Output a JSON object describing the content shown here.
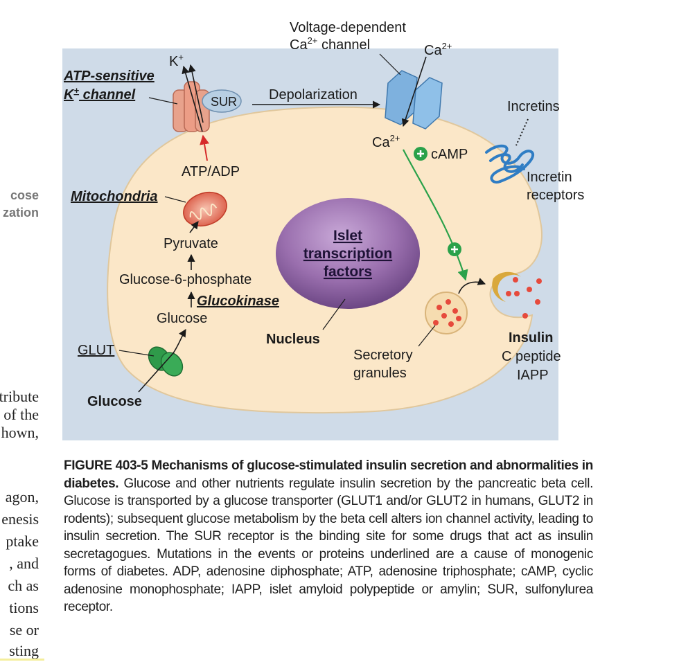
{
  "diagram": {
    "voltage_channel_label_line1": "Voltage-dependent",
    "voltage_channel_label_line2": "Ca",
    "voltage_channel_label_sup": "2+",
    "voltage_channel_label_suffix": " channel",
    "ca_top": "Ca",
    "ca_top_sup": "2+",
    "ca_inside": "Ca",
    "ca_inside_sup": "2+",
    "k_ion": "K",
    "k_ion_sup": "+",
    "katp_line1": "ATP-sensitive",
    "katp_line2_k": "K",
    "katp_line2_sup": "+",
    "katp_line2_rest": " channel",
    "sur": "SUR",
    "depolarization": "Depolarization",
    "incretins": "Incretins",
    "incretin_receptors_1": "Incretin",
    "incretin_receptors_2": "receptors",
    "camp": "cAMP",
    "atp_adp": "ATP/ADP",
    "mitochondria": "Mitochondria",
    "pyruvate": "Pyruvate",
    "g6p": "Glucose-6-phosphate",
    "glucokinase": "Glucokinase",
    "glucose_inside": "Glucose",
    "glut": "GLUT",
    "glucose_outside": "Glucose",
    "nucleus_1": "Islet",
    "nucleus_2": "transcription",
    "nucleus_3": "factors",
    "nucleus_label": "Nucleus",
    "secretory_1": "Secretory",
    "secretory_2": "granules",
    "insulin": "Insulin",
    "c_peptide": "C peptide",
    "iapp": "IAPP"
  },
  "left_fragments": {
    "cut_1": "cose",
    "cut_2": "zation",
    "body": [
      "tribute",
      "of the",
      "hown,",
      "agon,",
      "enesis",
      "ptake",
      ", and",
      "ch as",
      "tions",
      "se or",
      "sting"
    ]
  },
  "caption": {
    "title": "FIGURE 403-5 Mechanisms of glucose-stimulated insulin secretion and abnormalities in diabetes.",
    "body": " Glucose and other nutrients regulate insulin secretion by the pancreatic beta cell. Glucose is transported by a glucose transporter (GLUT1 and/or GLUT2 in humans, GLUT2 in rodents); subsequent glucose metabolism by the beta cell alters ion channel activity, leading to insulin secretion. The SUR receptor is the binding site for some drugs that act as insulin secretagogues. Mutations in the events or proteins underlined are a cause of monogenic forms of diabetes. ADP, adenosine diphosphate; ATP, adenosine triphosphate; cAMP, cyclic adenosine monophosphate; IAPP, islet amyloid polypeptide or amylin; SUR, sulfonylurea receptor."
  },
  "colors": {
    "background_panel": "#cfdbe8",
    "cell": "#fbe7c8",
    "nucleus": "#9a6fae",
    "k_channel": "#e8a28c",
    "ca_channel": "#7eb1de",
    "glut": "#2f9a4a",
    "arrow_red": "#d62a2a",
    "arrow_green": "#2aa14a",
    "incretin_receptor": "#2f7dc4",
    "granule": "#e64a3c"
  }
}
